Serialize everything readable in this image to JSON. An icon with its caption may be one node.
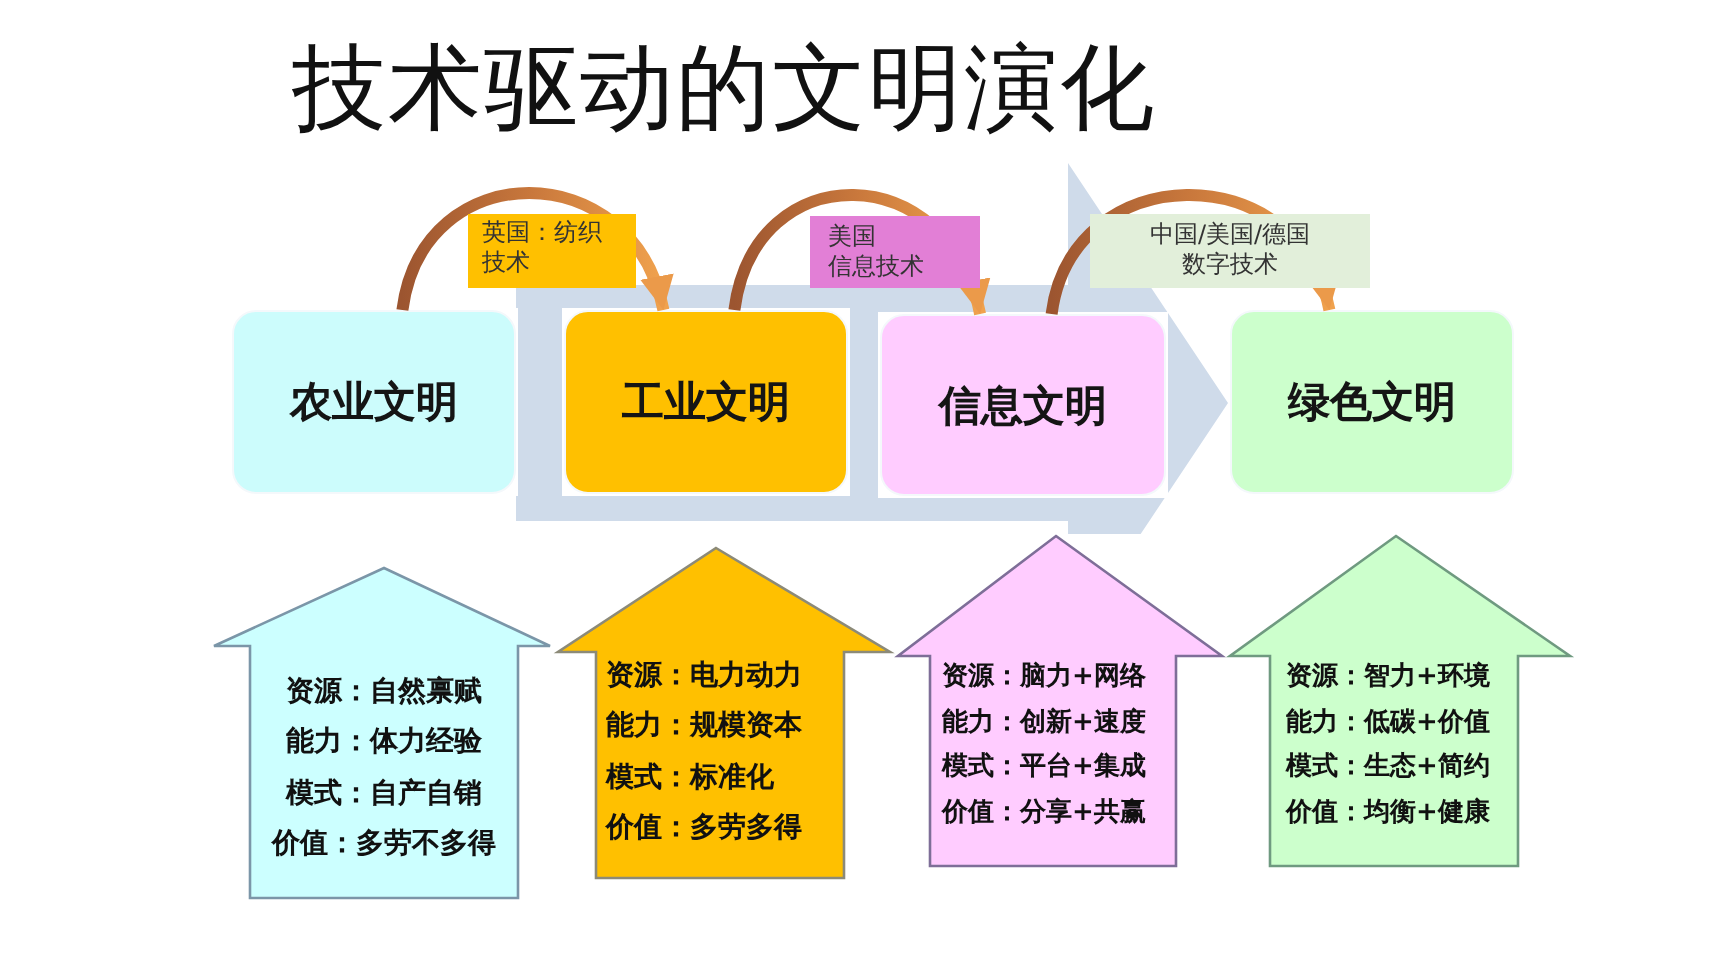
{
  "diagram": {
    "title": "技术驱动的文明演化",
    "nodes": [
      {
        "text": [
          "农业文明"
        ]
      },
      {
        "text": [
          "工业文明"
        ]
      },
      {
        "text": [
          "信息文明"
        ]
      },
      {
        "text": [
          "绿色文明"
        ]
      },
      {
        "text": [
          "资源：自然禀赋",
          "能力：体力经验",
          "模式：自产自销",
          "价值：多劳不多得"
        ]
      },
      {
        "text": [
          "资源：电力动力",
          "能力：规模资本",
          "模式：标准化",
          "价值：多劳多得"
        ]
      },
      {
        "text": [
          "资源：脑力+网络",
          "能力：创新+速度",
          "模式：平台+集成",
          "价值：分享+共赢"
        ]
      },
      {
        "text": [
          "资源：智力+环境",
          "能力：低碳+价值",
          "模式：生态+简约",
          "价值：均衡+健康"
        ]
      }
    ],
    "edges": [
      {
        "from": 0,
        "to": 1,
        "arrow": "to",
        "label": "英国：纺织技术"
      },
      {
        "from": 1,
        "to": 2,
        "arrow": "to",
        "label": "美国信息技术"
      },
      {
        "from": 2,
        "to": 3,
        "arrow": "to",
        "label": "中国/美国/德国数字技术"
      },
      {
        "from": 0,
        "to": 3,
        "arrow": "to",
        "style": "thick",
        "color": "#cfdbea"
      }
    ]
  }
}
